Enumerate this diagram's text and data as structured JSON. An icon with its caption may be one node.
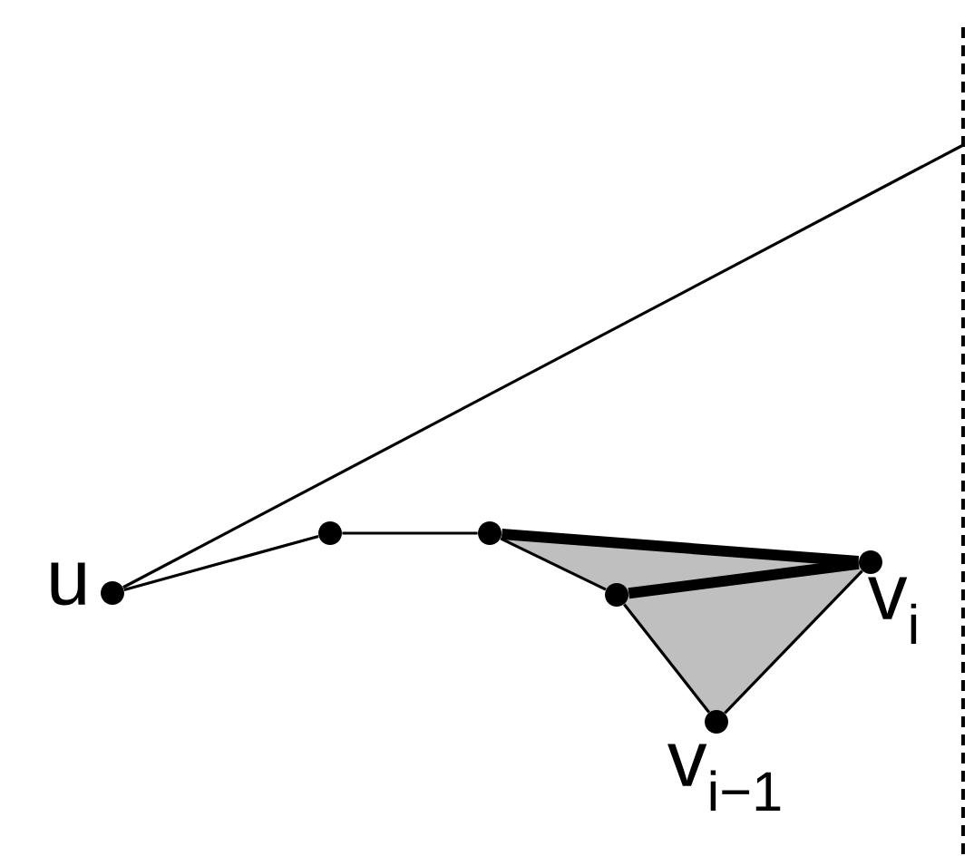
{
  "diagram": {
    "nodes": [
      {
        "text": [],
        "shape": "circle",
        "beside": [
          "u"
        ]
      },
      {
        "text": [],
        "shape": "circle"
      },
      {
        "text": [],
        "shape": "circle"
      },
      {
        "text": [],
        "shape": "circle"
      },
      {
        "text": [],
        "shape": "circle",
        "beside": [
          "v$_{i}$"
        ]
      },
      {
        "text": [],
        "shape": "circle",
        "beside": [
          "v$_{i−1}$"
        ]
      }
    ],
    "edges": [
      {
        "from": 0,
        "to": null,
        "arrow": "none"
      },
      {
        "from": 0,
        "to": 1,
        "arrow": "none"
      },
      {
        "from": 1,
        "to": 2,
        "arrow": "none"
      },
      {
        "from": 2,
        "to": 3,
        "arrow": "none"
      },
      {
        "from": 2,
        "to": 4,
        "arrow": "none",
        "style": "thick"
      },
      {
        "from": 3,
        "to": 4,
        "arrow": "none",
        "style": "thick"
      },
      {
        "from": 3,
        "to": 5,
        "arrow": "none"
      },
      {
        "from": 5,
        "to": 4,
        "arrow": "none"
      }
    ]
  }
}
